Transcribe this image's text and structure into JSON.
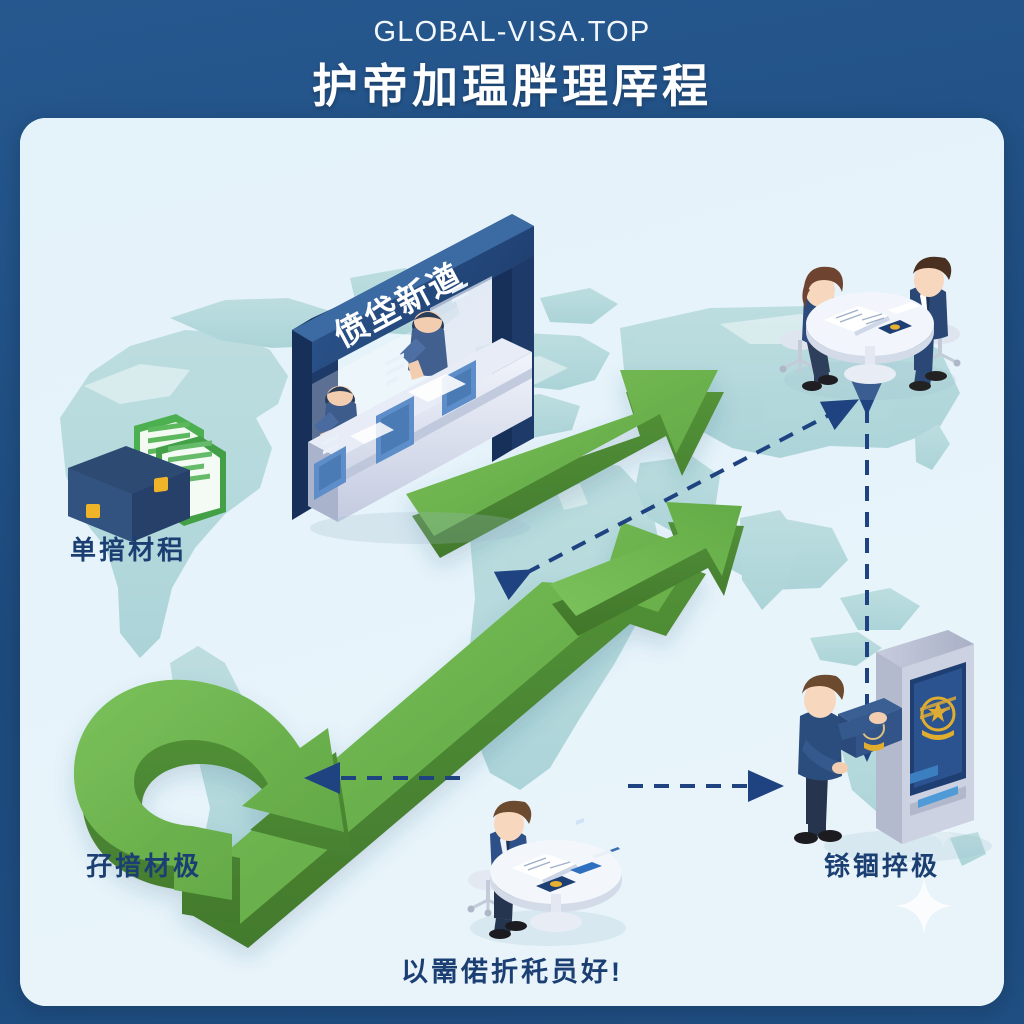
{
  "header": {
    "brand": "GLOBAL-VISA.TOP",
    "headline": "护帝加瑥胖理厗程"
  },
  "booth": {
    "sign_text": "偾垈新遒",
    "name": "visa-service-counter"
  },
  "labels": {
    "materials": "单揞材稆",
    "submission": "孖揞材极",
    "kiosk": "铩锢捽极"
  },
  "caption": "以罱偌折秅员好!",
  "colors": {
    "frame_navy": "#1f4e82",
    "card_bg": "#e2f1fa",
    "map_land": "#a9d4d6",
    "arrow_green_top": "#6ab04c",
    "arrow_green_side": "#4d8c38",
    "dashed_navy": "#1f4380",
    "suit_navy": "#2a4a77",
    "text_navy": "#1c3f73",
    "gold": "#e8b230"
  },
  "scenes": {
    "documents": "briefcase-and-documents",
    "counter": "two-officers-at-service-counter",
    "meeting": "applicant-and-consultant-at-round-table",
    "desk": "applicant-reviewing-documents-at-desk",
    "kiosk": "applicant-at-self-service-passport-kiosk"
  },
  "connectors": {
    "green_flow": "curved-green-process-arrow",
    "diagonal": "diagonal-dashed-double-arrow",
    "vertical": "vertical-dashed-double-arrow",
    "horizontal": "horizontal-dashed-arrow-left",
    "horizontal_right": "horizontal-dashed-arrow-right"
  }
}
